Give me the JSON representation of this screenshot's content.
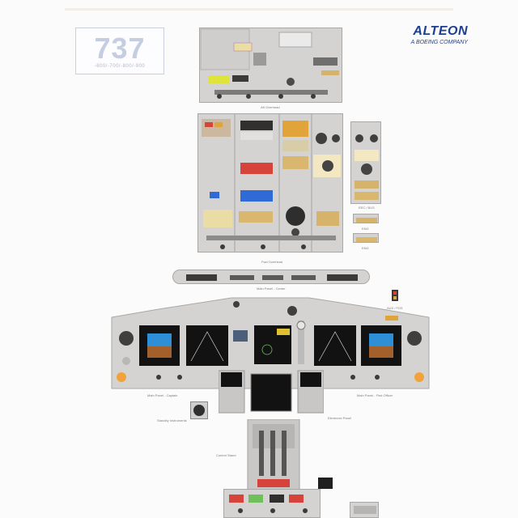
{
  "header": {
    "title": "737",
    "variants": "-600/-700/-800/-900",
    "brand": "ALTEON",
    "brand_tagline": "A BOEING COMPANY"
  },
  "labels": {
    "aft_overhead": "Aft Overhead",
    "fwd_overhead": "Fwd Overhead",
    "main_center": "Main Panel - Center",
    "main_captain": "Main Panel - Captain",
    "main_fo": "Main Panel - First Officer",
    "standby": "Standby Instruments",
    "control_stand": "Control Stand",
    "electronic_panel": "Electronic Panel",
    "side_panel_a": "EEC / BUS",
    "side_panel_b": "ENG",
    "side_panel_c": "ENG",
    "right_small": "AUX / FDS"
  },
  "colors": {
    "panel": "#d4d3d2",
    "panel_dark": "#9b9a98",
    "display_blue": "#2f8fd6",
    "display_brown": "#a4602a",
    "indicator_amber": "#e0a43a",
    "indicator_green": "#6fc05a",
    "screen": "#121212",
    "brand_blue": "#1d3f8f"
  }
}
